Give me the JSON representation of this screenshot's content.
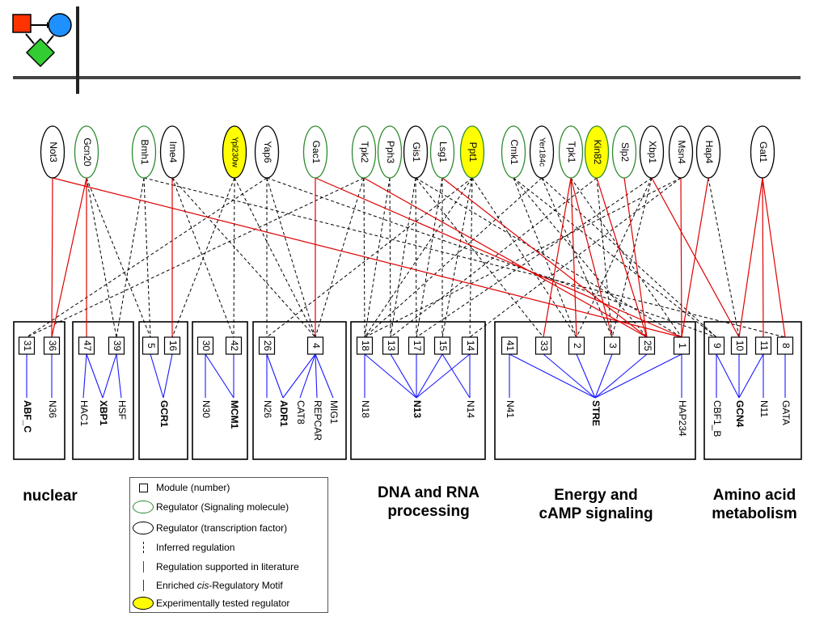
{
  "title": "",
  "logo": {
    "icon": "pathway-logo-icon",
    "colors": {
      "square": "#ff3300",
      "circle": "#1e90ff",
      "diamond": "#33cc33"
    }
  },
  "colors": {
    "signaling_border": "#2e8b2e",
    "tested_fill": "#ffff00",
    "inferred": "#000000",
    "literature": "#e00000",
    "motif": "#1a1aff",
    "header_bar": "#444444"
  },
  "regulators": [
    {
      "id": "Not3",
      "label": "Not3",
      "kind": "tf",
      "tested": false
    },
    {
      "id": "Gcn20",
      "label": "Gcn20",
      "kind": "signal",
      "tested": false
    },
    {
      "id": "Bmh1",
      "label": "Bmh1",
      "kind": "signal",
      "tested": false
    },
    {
      "id": "Ime4",
      "label": "Ime4",
      "kind": "tf",
      "tested": false
    },
    {
      "id": "Ypl230w",
      "label": "Ypl230w",
      "kind": "tf",
      "tested": true
    },
    {
      "id": "Yap6",
      "label": "Yap6",
      "kind": "tf",
      "tested": false
    },
    {
      "id": "Gac1",
      "label": "Gac1",
      "kind": "signal",
      "tested": false
    },
    {
      "id": "Tpk2",
      "label": "Tpk2",
      "kind": "signal",
      "tested": false
    },
    {
      "id": "Pph3",
      "label": "Pph3",
      "kind": "signal",
      "tested": false
    },
    {
      "id": "Gis1",
      "label": "Gis1",
      "kind": "tf",
      "tested": false
    },
    {
      "id": "Lsg1",
      "label": "Lsg1",
      "kind": "signal",
      "tested": false
    },
    {
      "id": "Ppt1",
      "label": "Ppt1",
      "kind": "signal",
      "tested": true
    },
    {
      "id": "Cmk1",
      "label": "Cmk1",
      "kind": "signal",
      "tested": false
    },
    {
      "id": "Yer184c",
      "label": "Yer184c",
      "kind": "tf",
      "tested": false
    },
    {
      "id": "Tpk1",
      "label": "Tpk1",
      "kind": "signal",
      "tested": false
    },
    {
      "id": "Kin82",
      "label": "Kin82",
      "kind": "signal",
      "tested": true
    },
    {
      "id": "Slp2",
      "label": "Slp2",
      "kind": "signal",
      "tested": false
    },
    {
      "id": "Xbp1",
      "label": "Xbp1",
      "kind": "tf",
      "tested": false
    },
    {
      "id": "Msn4",
      "label": "Msn4",
      "kind": "tf",
      "tested": false
    },
    {
      "id": "Hap4",
      "label": "Hap4",
      "kind": "tf",
      "tested": false
    },
    {
      "id": "Gat1",
      "label": "Gat1",
      "kind": "tf",
      "tested": false
    }
  ],
  "groups": [
    {
      "id": "g-abf",
      "modules": [
        "31",
        "36"
      ]
    },
    {
      "id": "g-xbp1",
      "modules": [
        "47",
        "39"
      ]
    },
    {
      "id": "g-gcr1",
      "modules": [
        "5",
        "16"
      ]
    },
    {
      "id": "g-mcm1",
      "modules": [
        "30",
        "42"
      ]
    },
    {
      "id": "g-adr1",
      "modules": [
        "26",
        "4"
      ]
    },
    {
      "id": "g-n13",
      "modules": [
        "18",
        "13",
        "17",
        "15",
        "14"
      ]
    },
    {
      "id": "g-stre",
      "modules": [
        "41",
        "33",
        "2",
        "3",
        "25",
        "1"
      ]
    },
    {
      "id": "g-gcn4",
      "modules": [
        "9",
        "10",
        "11",
        "8"
      ]
    }
  ],
  "motifs": [
    {
      "id": "ABF_C",
      "label": "ABF_C",
      "bold": true
    },
    {
      "id": "N36",
      "label": "N36",
      "bold": false
    },
    {
      "id": "HAC1",
      "label": "HAC1",
      "bold": false
    },
    {
      "id": "XBP1",
      "label": "XBP1",
      "bold": true
    },
    {
      "id": "HSF",
      "label": "HSF",
      "bold": false
    },
    {
      "id": "GCR1",
      "label": "GCR1",
      "bold": true
    },
    {
      "id": "N30",
      "label": "N30",
      "bold": false
    },
    {
      "id": "MCM1",
      "label": "MCM1",
      "bold": true
    },
    {
      "id": "N26",
      "label": "N26",
      "bold": false
    },
    {
      "id": "ADR1",
      "label": "ADR1",
      "bold": true
    },
    {
      "id": "CAT8",
      "label": "CAT8",
      "bold": false
    },
    {
      "id": "REPCAR",
      "label": "REPCAR",
      "bold": false
    },
    {
      "id": "MIG1",
      "label": "MIG1",
      "bold": false
    },
    {
      "id": "N18",
      "label": "N18",
      "bold": false
    },
    {
      "id": "N13",
      "label": "N13",
      "bold": true
    },
    {
      "id": "N14",
      "label": "N14",
      "bold": false
    },
    {
      "id": "N41",
      "label": "N41",
      "bold": false
    },
    {
      "id": "STRE",
      "label": "STRE",
      "bold": true
    },
    {
      "id": "HAP234",
      "label": "HAP234",
      "bold": false
    },
    {
      "id": "CBF1_B",
      "label": "CBF1_B",
      "bold": false
    },
    {
      "id": "GCN4",
      "label": "GCN4",
      "bold": true
    },
    {
      "id": "N11",
      "label": "N11",
      "bold": false
    },
    {
      "id": "GATA",
      "label": "GATA",
      "bold": false
    }
  ],
  "literature_edges": [
    [
      "Not3",
      "36"
    ],
    [
      "Not3",
      "1"
    ],
    [
      "Gcn20",
      "47"
    ],
    [
      "Gcn20",
      "36"
    ],
    [
      "Ime4",
      "16"
    ],
    [
      "Gac1",
      "4"
    ],
    [
      "Gac1",
      "1"
    ],
    [
      "Tpk1",
      "33"
    ],
    [
      "Tpk1",
      "2"
    ],
    [
      "Tpk1",
      "3"
    ],
    [
      "Slp2",
      "25"
    ],
    [
      "Xbp1",
      "10"
    ],
    [
      "Msn4",
      "1"
    ],
    [
      "Hap4",
      "1"
    ],
    [
      "Gat1",
      "10"
    ],
    [
      "Gat1",
      "11"
    ],
    [
      "Gat1",
      "8"
    ],
    [
      "Tpk2",
      "25"
    ],
    [
      "Lsg1",
      "25"
    ],
    [
      "Kin82",
      "25"
    ]
  ],
  "inferred_edges": [
    [
      "Gcn20",
      "5"
    ],
    [
      "Gcn20",
      "39"
    ],
    [
      "Bmh1",
      "39"
    ],
    [
      "Bmh1",
      "5"
    ],
    [
      "Ime4",
      "4"
    ],
    [
      "Ime4",
      "42"
    ],
    [
      "Ypl230w",
      "4"
    ],
    [
      "Ypl230w",
      "42"
    ],
    [
      "Ypl230w",
      "16"
    ],
    [
      "Yap6",
      "4"
    ],
    [
      "Yap6",
      "26"
    ],
    [
      "Yap6",
      "31"
    ],
    [
      "Tpk2",
      "18"
    ],
    [
      "Tpk2",
      "31"
    ],
    [
      "Pph3",
      "13"
    ],
    [
      "Pph3",
      "18"
    ],
    [
      "Gis1",
      "13"
    ],
    [
      "Gis1",
      "17"
    ],
    [
      "Gis1",
      "33"
    ],
    [
      "Lsg1",
      "17"
    ],
    [
      "Lsg1",
      "15"
    ],
    [
      "Ppt1",
      "15"
    ],
    [
      "Ppt1",
      "14"
    ],
    [
      "Ppt1",
      "18"
    ],
    [
      "Ppt1",
      "2"
    ],
    [
      "Ppt1",
      "26"
    ],
    [
      "Cmk1",
      "2"
    ],
    [
      "Cmk1",
      "25"
    ],
    [
      "Cmk1",
      "9"
    ],
    [
      "Yer184c",
      "18"
    ],
    [
      "Yer184c",
      "3"
    ],
    [
      "Yer184c",
      "9"
    ],
    [
      "Tpk1",
      "1"
    ],
    [
      "Kin82",
      "13"
    ],
    [
      "Kin82",
      "3"
    ],
    [
      "Xbp1",
      "17"
    ],
    [
      "Xbp1",
      "3"
    ],
    [
      "Msn4",
      "14"
    ],
    [
      "Msn4",
      "18"
    ],
    [
      "Hap4",
      "10"
    ],
    [
      "Yap6",
      "9"
    ],
    [
      "Bmh1",
      "8"
    ],
    [
      "Xbp1",
      "2"
    ],
    [
      "Gis1",
      "1"
    ],
    [
      "Tpk2",
      "4"
    ]
  ],
  "motif_edges": [
    [
      "31",
      "ABF_C"
    ],
    [
      "36",
      "N36"
    ],
    [
      "47",
      "HAC1"
    ],
    [
      "47",
      "XBP1"
    ],
    [
      "39",
      "XBP1"
    ],
    [
      "39",
      "HSF"
    ],
    [
      "5",
      "GCR1"
    ],
    [
      "16",
      "GCR1"
    ],
    [
      "30",
      "N30"
    ],
    [
      "30",
      "MCM1"
    ],
    [
      "42",
      "MCM1"
    ],
    [
      "26",
      "N26"
    ],
    [
      "26",
      "ADR1"
    ],
    [
      "4",
      "ADR1"
    ],
    [
      "4",
      "CAT8"
    ],
    [
      "4",
      "REPCAR"
    ],
    [
      "4",
      "MIG1"
    ],
    [
      "18",
      "N18"
    ],
    [
      "18",
      "N13"
    ],
    [
      "13",
      "N13"
    ],
    [
      "17",
      "N13"
    ],
    [
      "15",
      "N13"
    ],
    [
      "14",
      "N13"
    ],
    [
      "15",
      "N14"
    ],
    [
      "14",
      "N14"
    ],
    [
      "41",
      "N41"
    ],
    [
      "41",
      "STRE"
    ],
    [
      "33",
      "STRE"
    ],
    [
      "2",
      "STRE"
    ],
    [
      "3",
      "STRE"
    ],
    [
      "25",
      "STRE"
    ],
    [
      "1",
      "STRE"
    ],
    [
      "1",
      "HAP234"
    ],
    [
      "9",
      "CBF1_B"
    ],
    [
      "9",
      "GCN4"
    ],
    [
      "10",
      "GCN4"
    ],
    [
      "11",
      "GCN4"
    ],
    [
      "11",
      "N11"
    ],
    [
      "8",
      "GATA"
    ]
  ],
  "category_labels": {
    "nuclear": "nuclear",
    "dna_line1": "DNA and RNA",
    "dna_line2": "processing",
    "energy_line1": "Energy and",
    "energy_line2": "cAMP signaling",
    "amino_line1": "Amino acid",
    "amino_line2": "metabolism"
  },
  "legend": {
    "module": "Module (number)",
    "signaling": "Regulator (Signaling molecule)",
    "tf": "Regulator (transcription factor)",
    "inferred": "Inferred regulation",
    "literature": "Regulation supported in literature",
    "motif_prefix": "Enriched ",
    "motif_italic": "cis",
    "motif_suffix": "-Regulatory Motif",
    "tested": "Experimentally tested regulator"
  }
}
